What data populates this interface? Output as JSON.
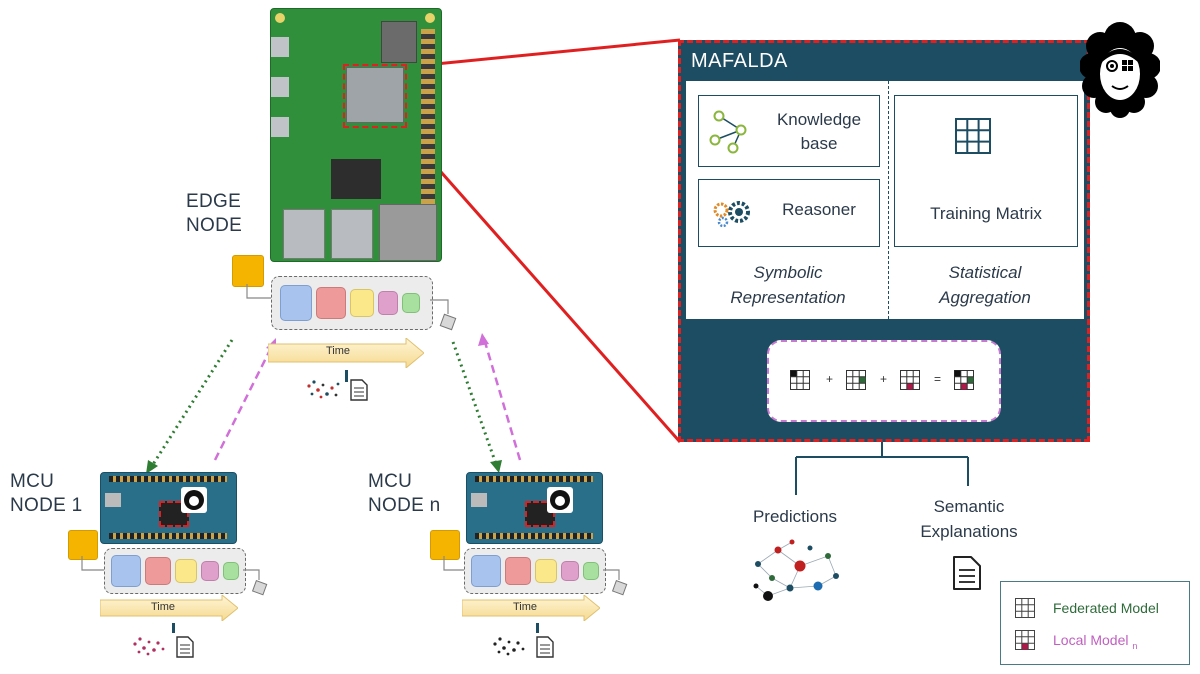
{
  "edge": {
    "label_line1": "EDGE",
    "label_line2": "NODE",
    "time_label": "Time"
  },
  "mcu1": {
    "label_line1": "MCU",
    "label_line2": "NODE 1",
    "time_label": "Time"
  },
  "mcun": {
    "label_line1": "MCU",
    "label_line2": "NODE n",
    "time_label": "Time"
  },
  "mafalda": {
    "title": "MAFALDA",
    "knowledge_base_line1": "Knowledge",
    "knowledge_base_line2": "base",
    "reasoner": "Reasoner",
    "training_matrix": "Training Matrix",
    "symbolic_line1": "Symbolic",
    "symbolic_line2": "Representation",
    "statistical_line1": "Statistical",
    "statistical_line2": "Aggregation",
    "plus1": "+",
    "plus2": "+",
    "equals": "="
  },
  "outputs": {
    "predictions": "Predictions",
    "semantic_line1": "Semantic",
    "semantic_line2": "Explanations"
  },
  "legend": {
    "federated": "Federated Model",
    "local": "Local Model",
    "local_sub": "n"
  },
  "colors": {
    "mafalda_bg": "#1d4d63",
    "red_dash": "#e02020",
    "federated_text": "#2f6b3a",
    "local_text": "#c060c0",
    "arrow_green": "#2e7d32",
    "arrow_pink": "#d070d8",
    "node_orange": "#f5b400"
  }
}
